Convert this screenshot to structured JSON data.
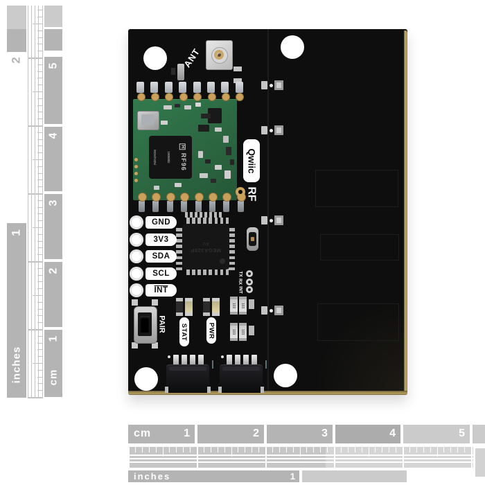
{
  "rulers": {
    "left": {
      "inch_numbers": [
        "2",
        "1"
      ],
      "inch_unit": "inches",
      "cm_numbers": [
        "5",
        "4",
        "3",
        "2",
        "1"
      ],
      "cm_unit": "cm"
    },
    "bottom": {
      "cm_unit": "cm",
      "cm_numbers": [
        "1",
        "2",
        "3",
        "4",
        "5"
      ],
      "inch_unit": "inches",
      "inch_numbers": [
        "1"
      ]
    }
  },
  "board": {
    "silkscreen": {
      "ant": "ANT",
      "qwiic": "Qwiic",
      "rf": "RF",
      "pair": "PAIR",
      "stat": "STAT",
      "pwr": "PWR",
      "pin_labels": [
        "GND",
        "3V3",
        "SDA",
        "SCL",
        "INT"
      ],
      "jumper_labels": [
        "TX",
        "RX",
        "INT"
      ]
    },
    "rf_module": {
      "logo": "H",
      "part": "RF96",
      "code1": "1806l8l2",
      "code2": "l8O6l7425l"
    },
    "mcu_marking": "MEGA328P",
    "mcu_marking2": "AU",
    "resistor_code": "103",
    "colors": {
      "pcb": "#0e0e0e",
      "module_green": "#2f6e46",
      "gold": "#c9a05c",
      "silver": "#c6c6c6",
      "ruler_gray": "#b4b4b4",
      "ruler_light": "#cbcbcb"
    }
  }
}
